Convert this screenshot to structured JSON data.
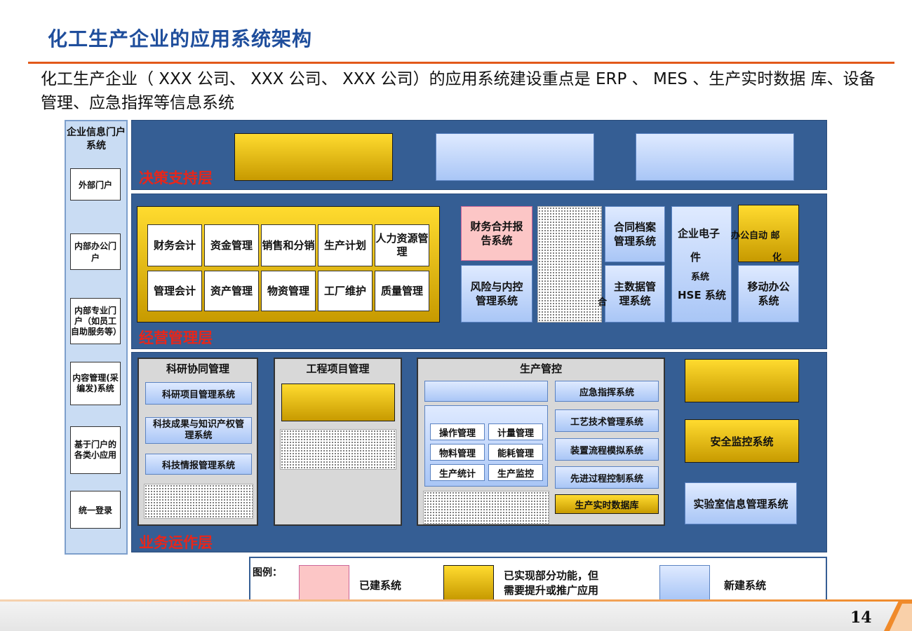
{
  "page": {
    "title": "化工生产企业的应用系统架构",
    "subtitle": "化工生产企业（ XXX 公司、 XXX 公司、 XXX 公司）的应用系统建设重点是 ERP 、 MES 、生产实时数据 库、设备管理、应急指挥等信息系统",
    "page_number": "14"
  },
  "portal": {
    "title": "企业信息门户系统",
    "items": [
      "外部门户",
      "内部办公门户",
      "内部专业门户（如员工自助服务等）",
      "内容管理(采编发)系统",
      "基于门户的各类小应用",
      "统一登录"
    ]
  },
  "layers": {
    "decision": "决策支持层",
    "management": "经营管理层",
    "operation": "业务运作层"
  },
  "erp": {
    "row1": [
      "财务会计",
      "资金管理",
      "销售和分销",
      "生产计划",
      "人力资源管理"
    ],
    "row2": [
      "管理会计",
      "资产管理",
      "物资管理",
      "工厂维护",
      "质量管理"
    ]
  },
  "mgmt_systems": {
    "finance_merge": "财务合并报告系统",
    "risk_control": "风险与内控管理系统",
    "contract": "合同档案管理系统",
    "master_data": "主数据管理系统",
    "master_data_prefix": "合",
    "email_line1": "企业电子",
    "email_line2": "件",
    "hse_line1": "系统",
    "hse_line2": "HSE 系统",
    "oa_line1": "办公自动 邮",
    "oa_line2": "化",
    "mobile": "移动办公系统"
  },
  "research": {
    "title": "科研协同管理",
    "items": [
      "科研项目管理系统",
      "科技成果与知识产权管理系统",
      "科技情报管理系统"
    ]
  },
  "project": {
    "title": "工程项目管理"
  },
  "production": {
    "title": "生产管控",
    "grid": [
      "操作管理",
      "计量管理",
      "物料管理",
      "能耗管理",
      "生产统计",
      "生产监控"
    ],
    "right": [
      "应急指挥系统",
      "工艺技术管理系统",
      "装置流程模拟系统",
      "先进过程控制系统"
    ],
    "realtime_db": "生产实时数据库"
  },
  "right_col": {
    "safety": "安全监控系统",
    "lab": "实验室信息管理系统"
  },
  "legend": {
    "label": "图例：",
    "built": "已建系统",
    "partial_line1": "已实现部分功能，但",
    "partial_line2": "需要提升或推广应用",
    "new": "新建系统"
  }
}
